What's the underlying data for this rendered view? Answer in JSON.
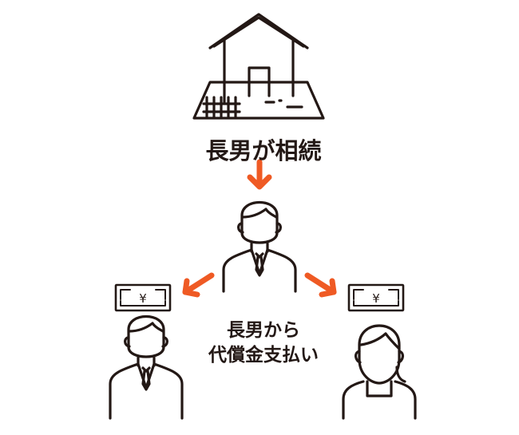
{
  "labels": {
    "eldest_son_inherits": "長男が相続",
    "payment_line1": "長男から",
    "payment_line2": "代償金支払い"
  },
  "icons": [
    "house-icon",
    "arrow-down-icon",
    "person-man-icon",
    "arrow-left-down-icon",
    "arrow-right-down-icon",
    "banknote-yen-icon",
    "person-woman-icon"
  ],
  "banknote_symbol": "¥",
  "colors": {
    "arrow": "#ef5a24",
    "line": "#231815"
  }
}
